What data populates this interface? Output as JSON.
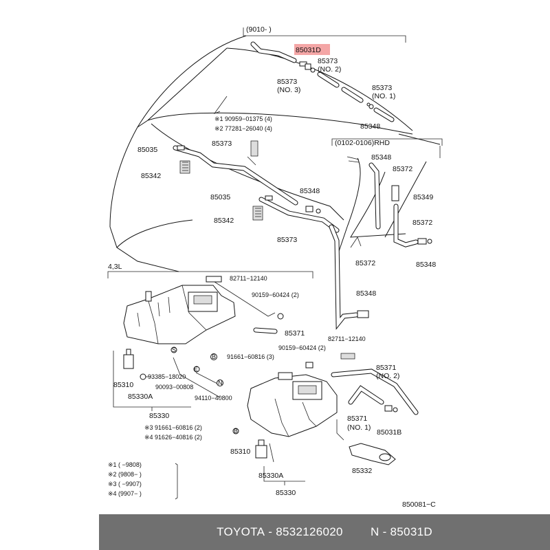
{
  "diagram": {
    "highlight_color": "#f4a6a6",
    "labels": {
      "range_top": "(9010-      )",
      "range_rhd": "(0102-0106)RHD",
      "p85031d": "85031D",
      "p85373_no2": "85373",
      "no2": "(NO. 2)",
      "p85373_no3": "85373",
      "no3": "(NO. 3)",
      "p85373_no1": "85373",
      "no1": "(NO. 1)",
      "p85348_a": "85348",
      "note1": "※1 90959−01375 (4)",
      "note2": "※2 77281−26040 (4)",
      "p85035_a": "85035",
      "p85373_a": "85373",
      "p85342_a": "85342",
      "p85348_b": "85348",
      "p85035_b": "85035",
      "p85342_b": "85342",
      "p85373_b": "85373",
      "p85348_c": "85348",
      "p85372_a": "85372",
      "p85349": "85349",
      "p85372_b": "85372",
      "p85348_d": "85348",
      "p85372_c": "85372",
      "cap43": "4,3L",
      "p82711_a": "82711−12140",
      "p90159_a": "90159−60424 (2)",
      "p85348_e": "85348",
      "p85371_a": "85371",
      "p82711_b": "82711−12140",
      "p90159_b": "90159−60424 (2)",
      "p91661_a": "91661−60816 (3)",
      "p85371_no2": "85371",
      "no2b": "(NO. 2)",
      "p85310_a": "85310",
      "p93385": "93385−18020",
      "p90093": "90093−00808",
      "p85330a_a": "85330A",
      "p94110": "94110−40800",
      "p85330_a": "85330",
      "p85371_no1": "85371",
      "no1b": "(NO. 1)",
      "p85031b": "85031B",
      "note3": "※3 91661−60816 (2)",
      "note4": "※4 91626−40816 (2)",
      "p85310_b": "85310",
      "p85330a_b": "85330A",
      "p85332": "85332",
      "p85330_b": "85330",
      "ref": "850081−C",
      "leg1": "※1 (       −9808)",
      "leg2": "※2 (9808−       )",
      "leg3": "※3 (       −9907)",
      "leg4": "※4 (9907−       )",
      "c_s": "S",
      "c_b1": "B",
      "c_e": "E",
      "c_n": "N",
      "c_b2": "B"
    }
  },
  "footer": {
    "brand": "TOYOTA",
    "part_number": "8532126020",
    "catalog": "N - 85031D"
  }
}
